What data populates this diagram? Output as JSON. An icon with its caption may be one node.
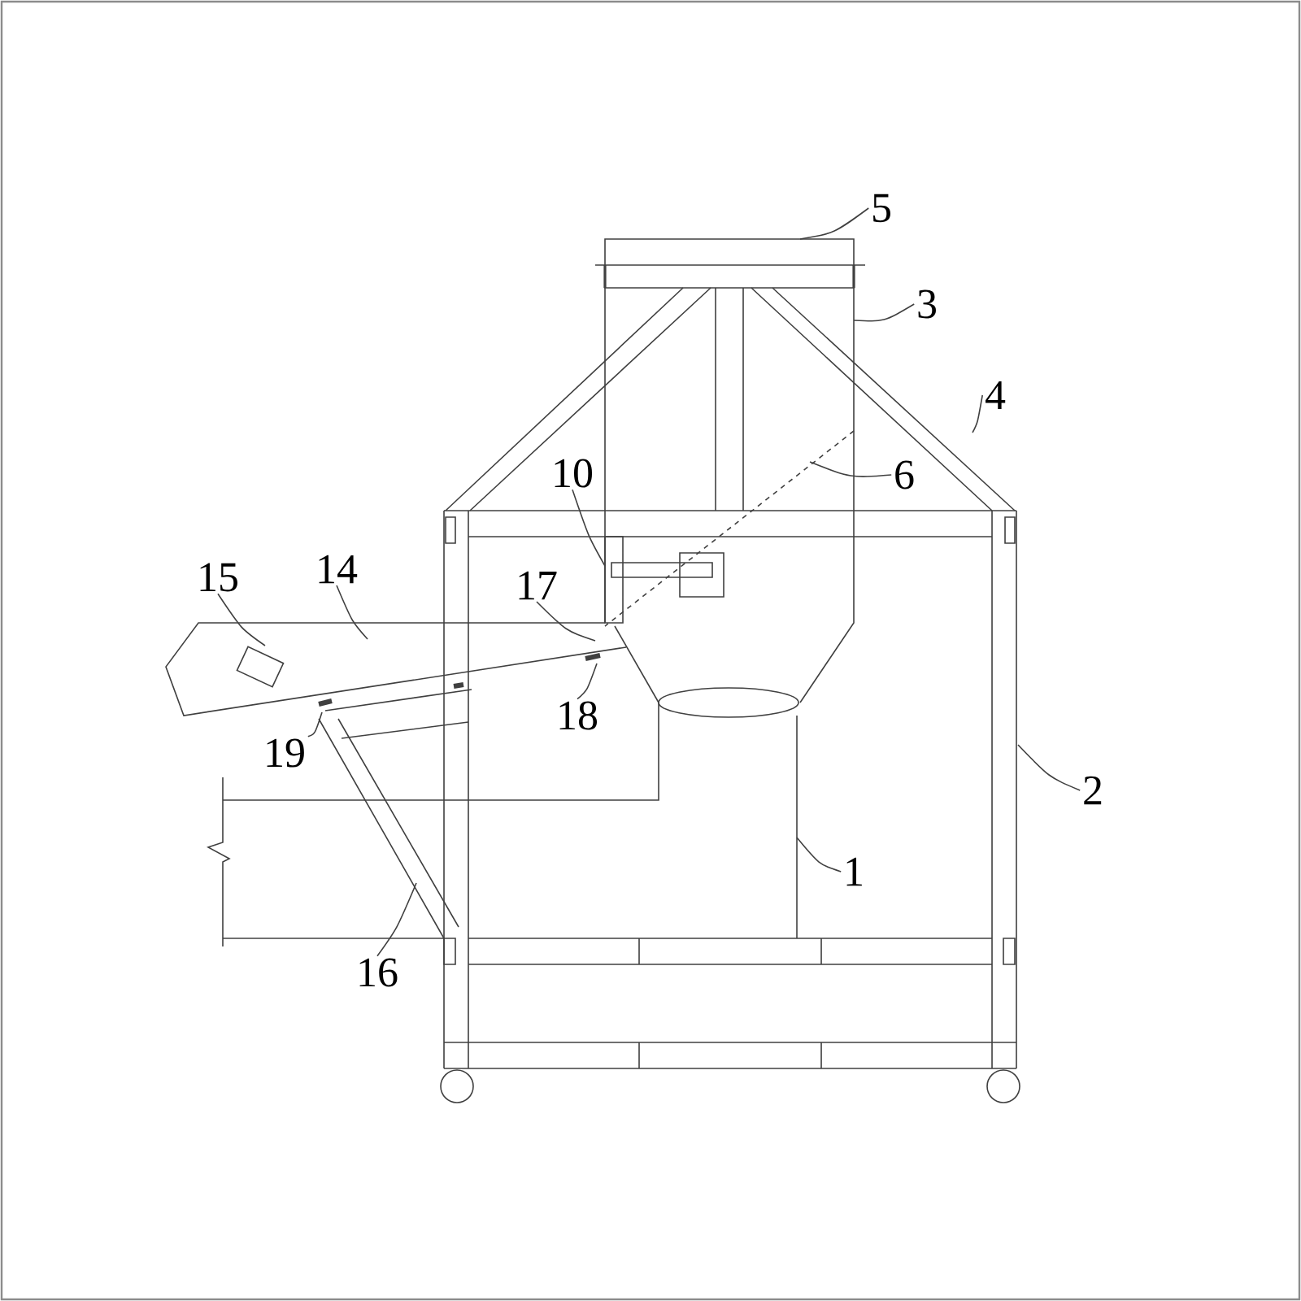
{
  "diagram": {
    "nodes": [
      {
        "text": [
          "5"
        ]
      },
      {
        "text": [
          "3"
        ]
      },
      {
        "text": [
          "4"
        ]
      },
      {
        "text": [
          "10"
        ]
      },
      {
        "text": [
          "6"
        ]
      },
      {
        "text": [
          "15"
        ]
      },
      {
        "text": [
          "14"
        ]
      },
      {
        "text": [
          "17"
        ]
      },
      {
        "text": [
          "18"
        ]
      },
      {
        "text": [
          "19"
        ]
      },
      {
        "text": [
          "2"
        ]
      },
      {
        "text": [
          "1"
        ]
      },
      {
        "text": [
          "16"
        ]
      }
    ],
    "edges": [
      {
        "from": 0,
        "to": null,
        "arrow": "none"
      },
      {
        "from": 1,
        "to": null,
        "arrow": "none"
      },
      {
        "from": 2,
        "to": null,
        "arrow": "none"
      },
      {
        "from": 3,
        "to": null,
        "arrow": "none"
      },
      {
        "from": 4,
        "to": null,
        "arrow": "none"
      },
      {
        "from": 5,
        "to": null,
        "arrow": "none"
      },
      {
        "from": 6,
        "to": null,
        "arrow": "none"
      },
      {
        "from": 7,
        "to": null,
        "arrow": "none"
      },
      {
        "from": 8,
        "to": null,
        "arrow": "none"
      },
      {
        "from": 9,
        "to": null,
        "arrow": "none"
      },
      {
        "from": 10,
        "to": null,
        "arrow": "none"
      },
      {
        "from": 11,
        "to": null,
        "arrow": "none"
      },
      {
        "from": 12,
        "to": null,
        "arrow": "none"
      }
    ]
  }
}
